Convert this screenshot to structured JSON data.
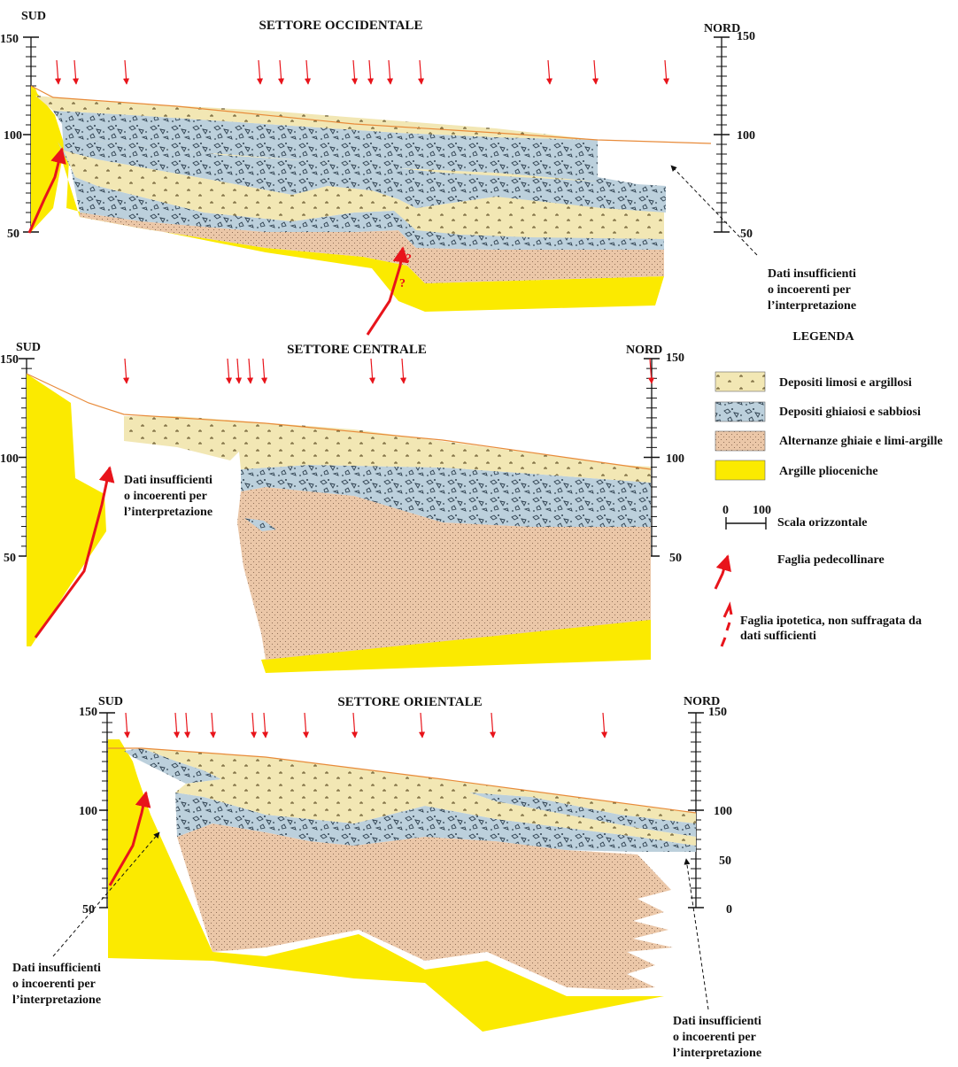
{
  "colors": {
    "limosi": "#f2e7b4",
    "ghiaiosi": "#bcd0dc",
    "alternanze": "#ebc7a8",
    "argille": "#fbea00",
    "fault": "#e8141b",
    "arrow": "#e8141b"
  },
  "sections": [
    {
      "title": "SETTORE OCCIDENTALE",
      "sud": "SUD",
      "nord": "NORD",
      "left_ticks": [
        "150",
        "100",
        "50"
      ],
      "right_ticks": [
        "150",
        "100",
        "50"
      ],
      "note": [
        "Dati insufficienti",
        "o incoerenti per",
        "l’interpretazione"
      ],
      "question": [
        "?",
        "?"
      ]
    },
    {
      "title": "SETTORE CENTRALE",
      "sud": "SUD",
      "nord": "NORD",
      "left_ticks": [
        "150",
        "100",
        "50"
      ],
      "right_ticks": [
        "150",
        "100",
        "50"
      ],
      "note": [
        "Dati insufficienti",
        "o incoerenti per",
        "l’interpretazione"
      ]
    },
    {
      "title": "SETTORE ORIENTALE",
      "sud": "SUD",
      "nord": "NORD",
      "left_ticks": [
        "150",
        "100",
        "50"
      ],
      "right_ticks": [
        "150",
        "100",
        "50",
        "0"
      ],
      "note_left": [
        "Dati insufficienti",
        "o incoerenti per",
        "l’interpretazione"
      ],
      "note_right": [
        "Dati insufficienti",
        "o incoerenti per",
        "l’interpretazione"
      ]
    }
  ],
  "legend": {
    "title": "LEGENDA",
    "items": [
      {
        "label": "Depositi limosi e argillosi",
        "pattern": "limosi"
      },
      {
        "label": "Depositi ghiaiosi e sabbiosi",
        "pattern": "ghiaiosi"
      },
      {
        "label": "Alternanze ghiaie e limi-argille",
        "pattern": "alternanze"
      },
      {
        "label": "Argille plioceniche",
        "pattern": "argille"
      }
    ],
    "scale": {
      "min": "0",
      "max": "100",
      "label": "Scala orizzontale"
    },
    "fault": "Faglia pedecollinare",
    "fault_hyp": [
      "Faglia ipotetica, non suffragata da",
      "dati sufficienti"
    ]
  }
}
